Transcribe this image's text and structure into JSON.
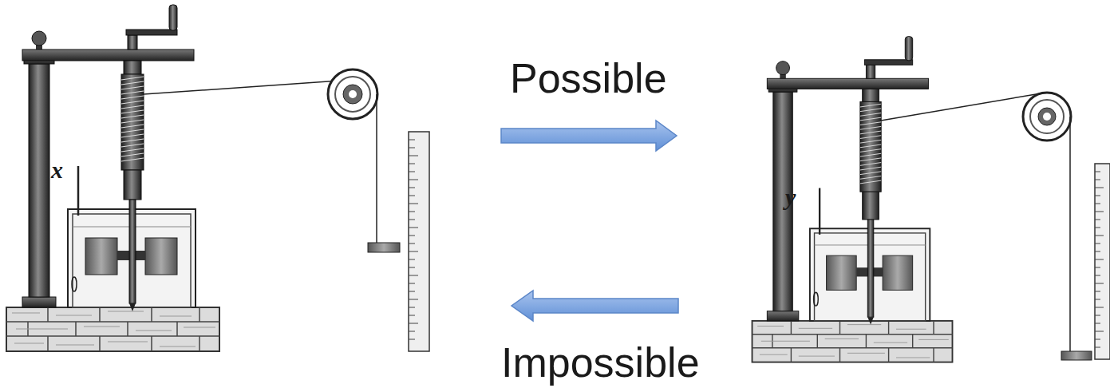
{
  "diagram": {
    "labels": [
      "x",
      "Possible",
      "Impossible",
      "y"
    ]
  }
}
